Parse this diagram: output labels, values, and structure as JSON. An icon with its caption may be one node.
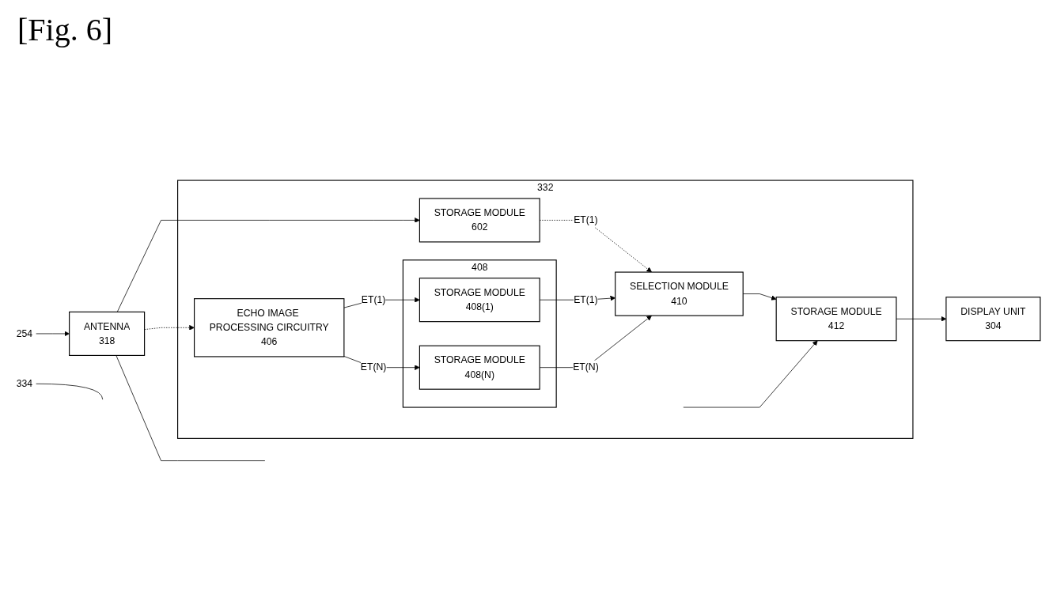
{
  "diagram": {
    "title": "[Fig. 6]",
    "nodes": [
      {
        "text": [
          "254"
        ]
      },
      {
        "text": [
          "ANTENNA",
          "318"
        ]
      },
      {
        "text": [
          "332"
        ]
      },
      {
        "text": [
          "STORAGE MODULE",
          "602"
        ],
        "in": 2
      },
      {
        "text": [
          "ECHO IMAGE PROCESSING CIRCUITRY",
          "406"
        ],
        "in": 2
      },
      {
        "text": [
          "408"
        ],
        "in": 2
      },
      {
        "text": [
          "STORAGE MODULE",
          "408(1)"
        ],
        "in": 5
      },
      {
        "text": [
          "STORAGE MODULE",
          "408(N)"
        ],
        "in": 5
      },
      {
        "text": [
          "SELECTION MODULE",
          "410"
        ],
        "in": 2
      },
      {
        "text": [
          "STORAGE MODULE",
          "412"
        ],
        "in": 2
      },
      {
        "text": [
          "334"
        ]
      },
      {
        "text": [
          "DISPLAY UNIT",
          "304"
        ]
      }
    ],
    "edges": [
      {
        "from": 0,
        "to": 1,
        "arrow": "to"
      },
      {
        "from": 1,
        "to": 3,
        "arrow": "to"
      },
      {
        "from": 1,
        "to": 4,
        "arrow": "to",
        "style": "dashed"
      },
      {
        "from": 1,
        "to": null,
        "arrow": "none"
      },
      {
        "from": 4,
        "to": 6,
        "label": "ET(1)",
        "arrow": "to"
      },
      {
        "from": 4,
        "to": 7,
        "label": "ET(N)",
        "arrow": "to"
      },
      {
        "from": 3,
        "to": 8,
        "label": "ET(1)",
        "arrow": "to",
        "style": "dashed"
      },
      {
        "from": 6,
        "to": 8,
        "label": "ET(1)",
        "arrow": "to"
      },
      {
        "from": 7,
        "to": 8,
        "label": "ET(N)",
        "arrow": "to"
      },
      {
        "from": 8,
        "to": 9,
        "arrow": "to"
      },
      {
        "from": null,
        "to": 9,
        "arrow": "to"
      },
      {
        "from": 9,
        "to": 11,
        "arrow": "to"
      },
      {
        "from": 10,
        "to": null,
        "arrow": "none"
      }
    ]
  }
}
